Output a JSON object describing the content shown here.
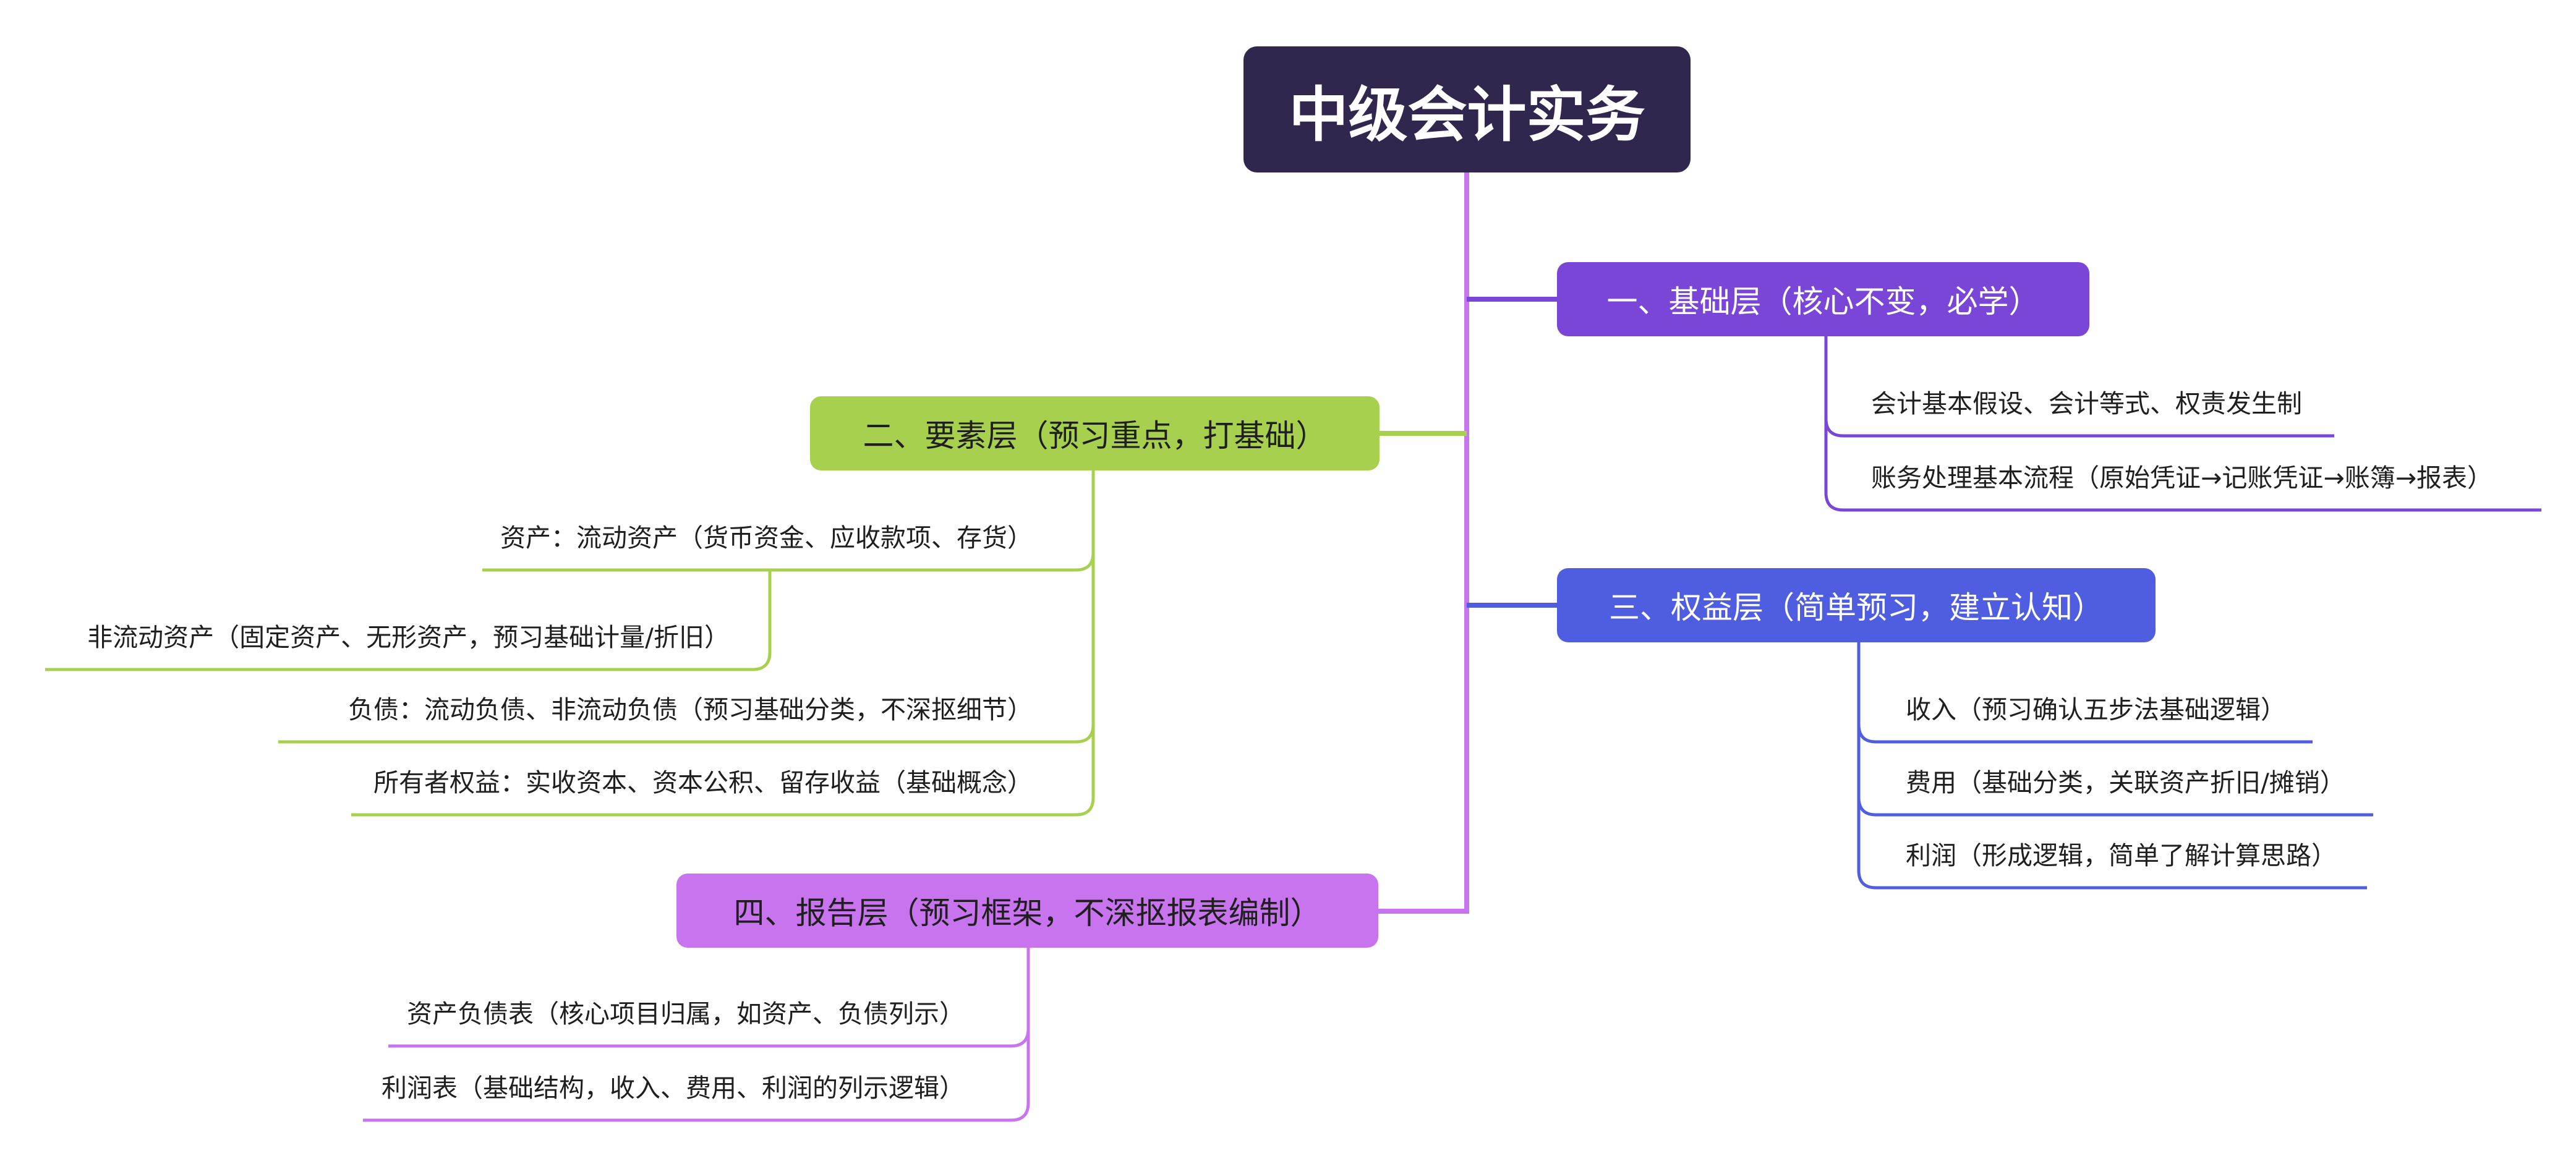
{
  "root": {
    "title": "中级会计实务",
    "color": "#31264d"
  },
  "branches": [
    {
      "id": "b1",
      "title": "一、基础层（核心不变，必学）",
      "color": "#7a46d8",
      "items": [
        "会计基本假设、会计等式、权责发生制",
        "账务处理基本流程（原始凭证→记账凭证→账簿→报表）"
      ]
    },
    {
      "id": "b2",
      "title": "二、要素层（预习重点，打基础）",
      "color": "#a8d04f",
      "items": [
        "资产：流动资产（货币资金、应收款项、存货）",
        "非流动资产（固定资产、无形资产，预习基础计量/折旧）",
        "负债：流动负债、非流动负债（预习基础分类，不深抠细节）",
        "所有者权益：实收资本、资本公积、留存收益（基础概念）"
      ]
    },
    {
      "id": "b3",
      "title": "三、权益层（简单预习，建立认知）",
      "color": "#4f5ee0",
      "items": [
        "收入（预习确认五步法基础逻辑）",
        "费用（基础分类，关联资产折旧/摊销）",
        "利润（形成逻辑，简单了解计算思路）"
      ]
    },
    {
      "id": "b4",
      "title": "四、报告层（预习框架，不深抠报表编制）",
      "color": "#c774ee",
      "items": [
        "资产负债表（核心项目归属，如资产、负债列示）",
        "利润表（基础结构，收入、费用、利润的列示逻辑）"
      ]
    }
  ]
}
